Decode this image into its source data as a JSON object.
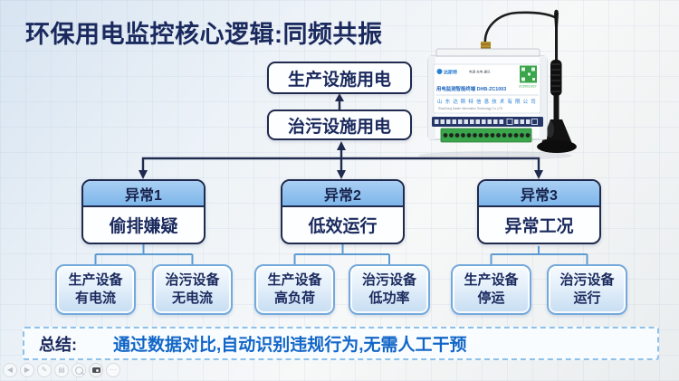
{
  "title": "环保用电监控核心逻辑:同频共振",
  "flow": {
    "top_box_1": "生产设施用电",
    "top_box_2": "治污设施用电",
    "branches": [
      {
        "header": "异常1",
        "body": "偷排嫌疑",
        "leaves": [
          {
            "line1": "生产设备",
            "line2": "有电流"
          },
          {
            "line1": "治污设备",
            "line2": "无电流"
          }
        ]
      },
      {
        "header": "异常2",
        "body": "低效运行",
        "leaves": [
          {
            "line1": "生产设备",
            "line2": "高负荷"
          },
          {
            "line1": "治污设备",
            "line2": "低功率"
          }
        ]
      },
      {
        "header": "异常3",
        "body": "异常工况",
        "leaves": [
          {
            "line1": "生产设备",
            "line2": "停运"
          },
          {
            "line1": "治污设备",
            "line2": "运行"
          }
        ]
      }
    ]
  },
  "summary": {
    "label": "总结:",
    "text": "通过数据对比,自动识别违规行为,无需人工干预"
  },
  "device": {
    "brand": "达斯特",
    "indicators": "电源  充电  通讯",
    "model": "用电监测智能终端 DHB-ZC1003",
    "serial": "ZC20031027",
    "company_cn": "山东达斯特信息技术有限公司",
    "company_en": "ShanDong Dasite Information Technology Co.,LTD"
  },
  "toolbar": {
    "items": [
      {
        "name": "previous-slide",
        "glyph": "◀"
      },
      {
        "name": "next-slide",
        "glyph": "▶"
      },
      {
        "name": "pen",
        "glyph": "✎"
      },
      {
        "name": "pages",
        "glyph": "▤"
      },
      {
        "name": "zoom",
        "glyph": ""
      },
      {
        "name": "camera",
        "glyph": ""
      },
      {
        "name": "more",
        "glyph": "···"
      }
    ]
  },
  "colors": {
    "title_navy": "#1b2a5e",
    "connector_navy": "#1f2a4e",
    "branch_header_blue": "#7db6ea",
    "leaf_blue": "#c6ddf2",
    "leaf_border": "#74a9dc",
    "summary_text_blue": "#1266c8",
    "summary_border": "#8ec1ea",
    "terminal_green": "#3aa54a"
  }
}
